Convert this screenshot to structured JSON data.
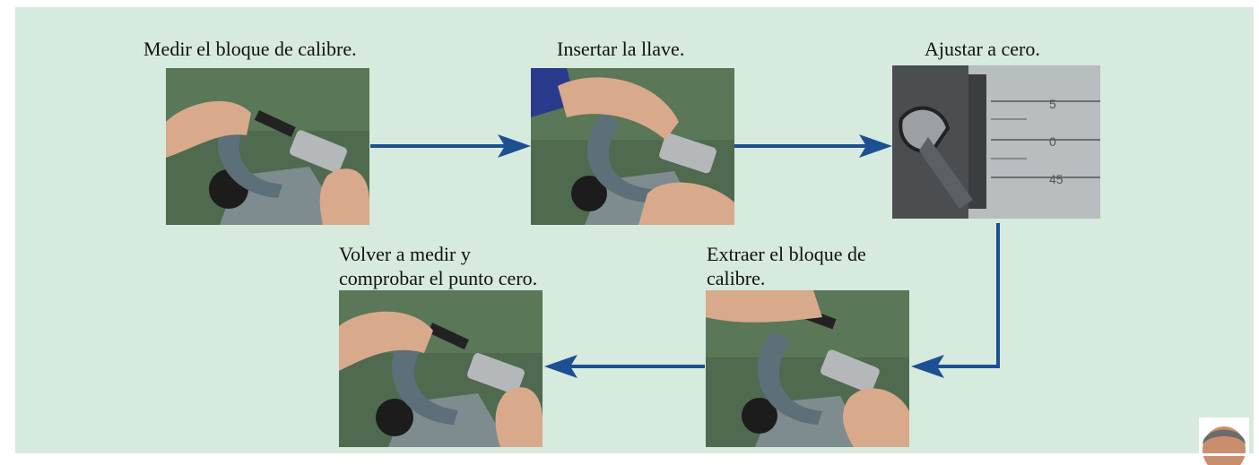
{
  "steps": [
    {
      "label": "Medir el bloque de calibre."
    },
    {
      "label": "Insertar la llave."
    },
    {
      "label": "Ajustar a cero."
    },
    {
      "label_line1": "Extraer el bloque de",
      "label_line2": "calibre."
    },
    {
      "label_line1": "Volver a medir y",
      "label_line2": "comprobar el punto cero."
    }
  ],
  "colors": {
    "background": "#d6eadd",
    "arrow": "#1d4f93",
    "photo_bg": "#4f6a4e",
    "micrometer_frame": "#5d6f78",
    "barrel": "#b4b8bb",
    "skin": "#d9a98b"
  },
  "dial_numbers": [
    "5",
    "0",
    "45"
  ]
}
